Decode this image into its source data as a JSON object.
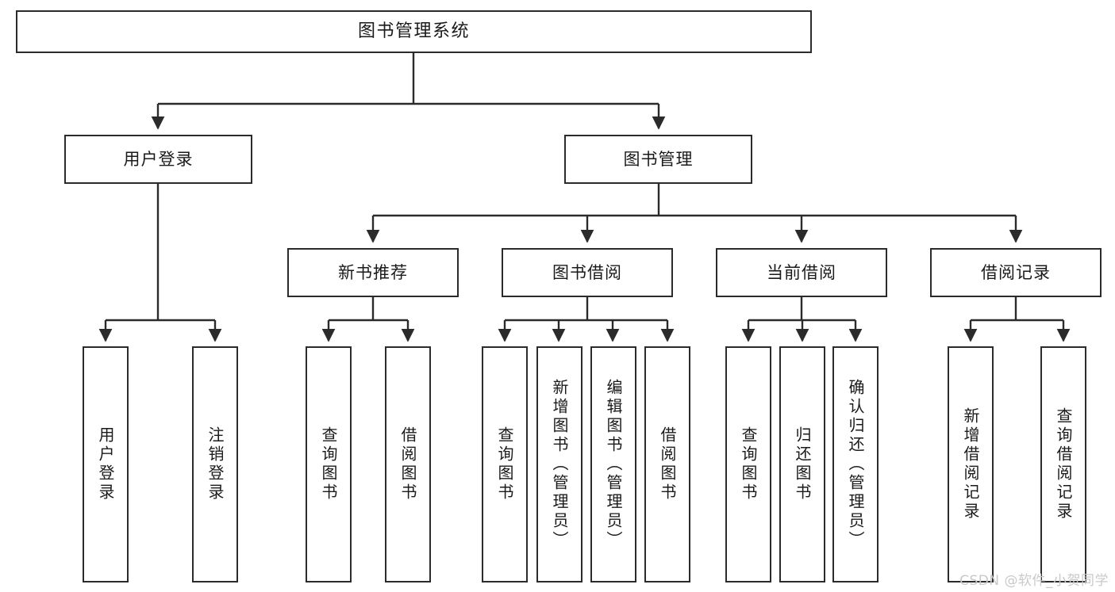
{
  "diagram": {
    "title": "图书管理系统",
    "type": "tree-hierarchy-chart",
    "watermark": "CSDN @软件_小贺同学",
    "colors": {
      "node_border": "#2b2b2b",
      "node_fill": "#ffffff",
      "edge": "#2b2b2b",
      "text": "#1a1a1a",
      "watermark": "#c9c9c9",
      "background": "#ffffff"
    },
    "nodes": {
      "root": {
        "label": "图书管理系统"
      },
      "level1": [
        {
          "id": "user-login",
          "label": "用户登录"
        },
        {
          "id": "book-management",
          "label": "图书管理"
        }
      ],
      "level2": [
        {
          "id": "new-book-recommend",
          "label": "新书推荐"
        },
        {
          "id": "book-borrow",
          "label": "图书借阅"
        },
        {
          "id": "current-borrow",
          "label": "当前借阅"
        },
        {
          "id": "borrow-record",
          "label": "借阅记录"
        }
      ],
      "leaves": {
        "user-login": [
          {
            "id": "leaf-user-login",
            "label": "用户登录"
          },
          {
            "id": "leaf-logout-login",
            "label": "注销登录"
          }
        ],
        "new-book-recommend": [
          {
            "id": "leaf-query-book-1",
            "label": "查询图书"
          },
          {
            "id": "leaf-borrow-book-1",
            "label": "借阅图书"
          }
        ],
        "book-borrow": [
          {
            "id": "leaf-query-book-2",
            "label": "查询图书"
          },
          {
            "id": "leaf-add-book",
            "label": "新增图书（管理员）"
          },
          {
            "id": "leaf-edit-book",
            "label": "编辑图书（管理员）"
          },
          {
            "id": "leaf-borrow-book-2",
            "label": "借阅图书"
          }
        ],
        "current-borrow": [
          {
            "id": "leaf-query-book-3",
            "label": "查询图书"
          },
          {
            "id": "leaf-return-book",
            "label": "归还图书"
          },
          {
            "id": "leaf-confirm-return",
            "label": "确认归还（管理员）"
          }
        ],
        "borrow-record": [
          {
            "id": "leaf-add-record",
            "label": "新增借阅记录"
          },
          {
            "id": "leaf-query-record",
            "label": "查询借阅记录"
          }
        ]
      }
    }
  }
}
